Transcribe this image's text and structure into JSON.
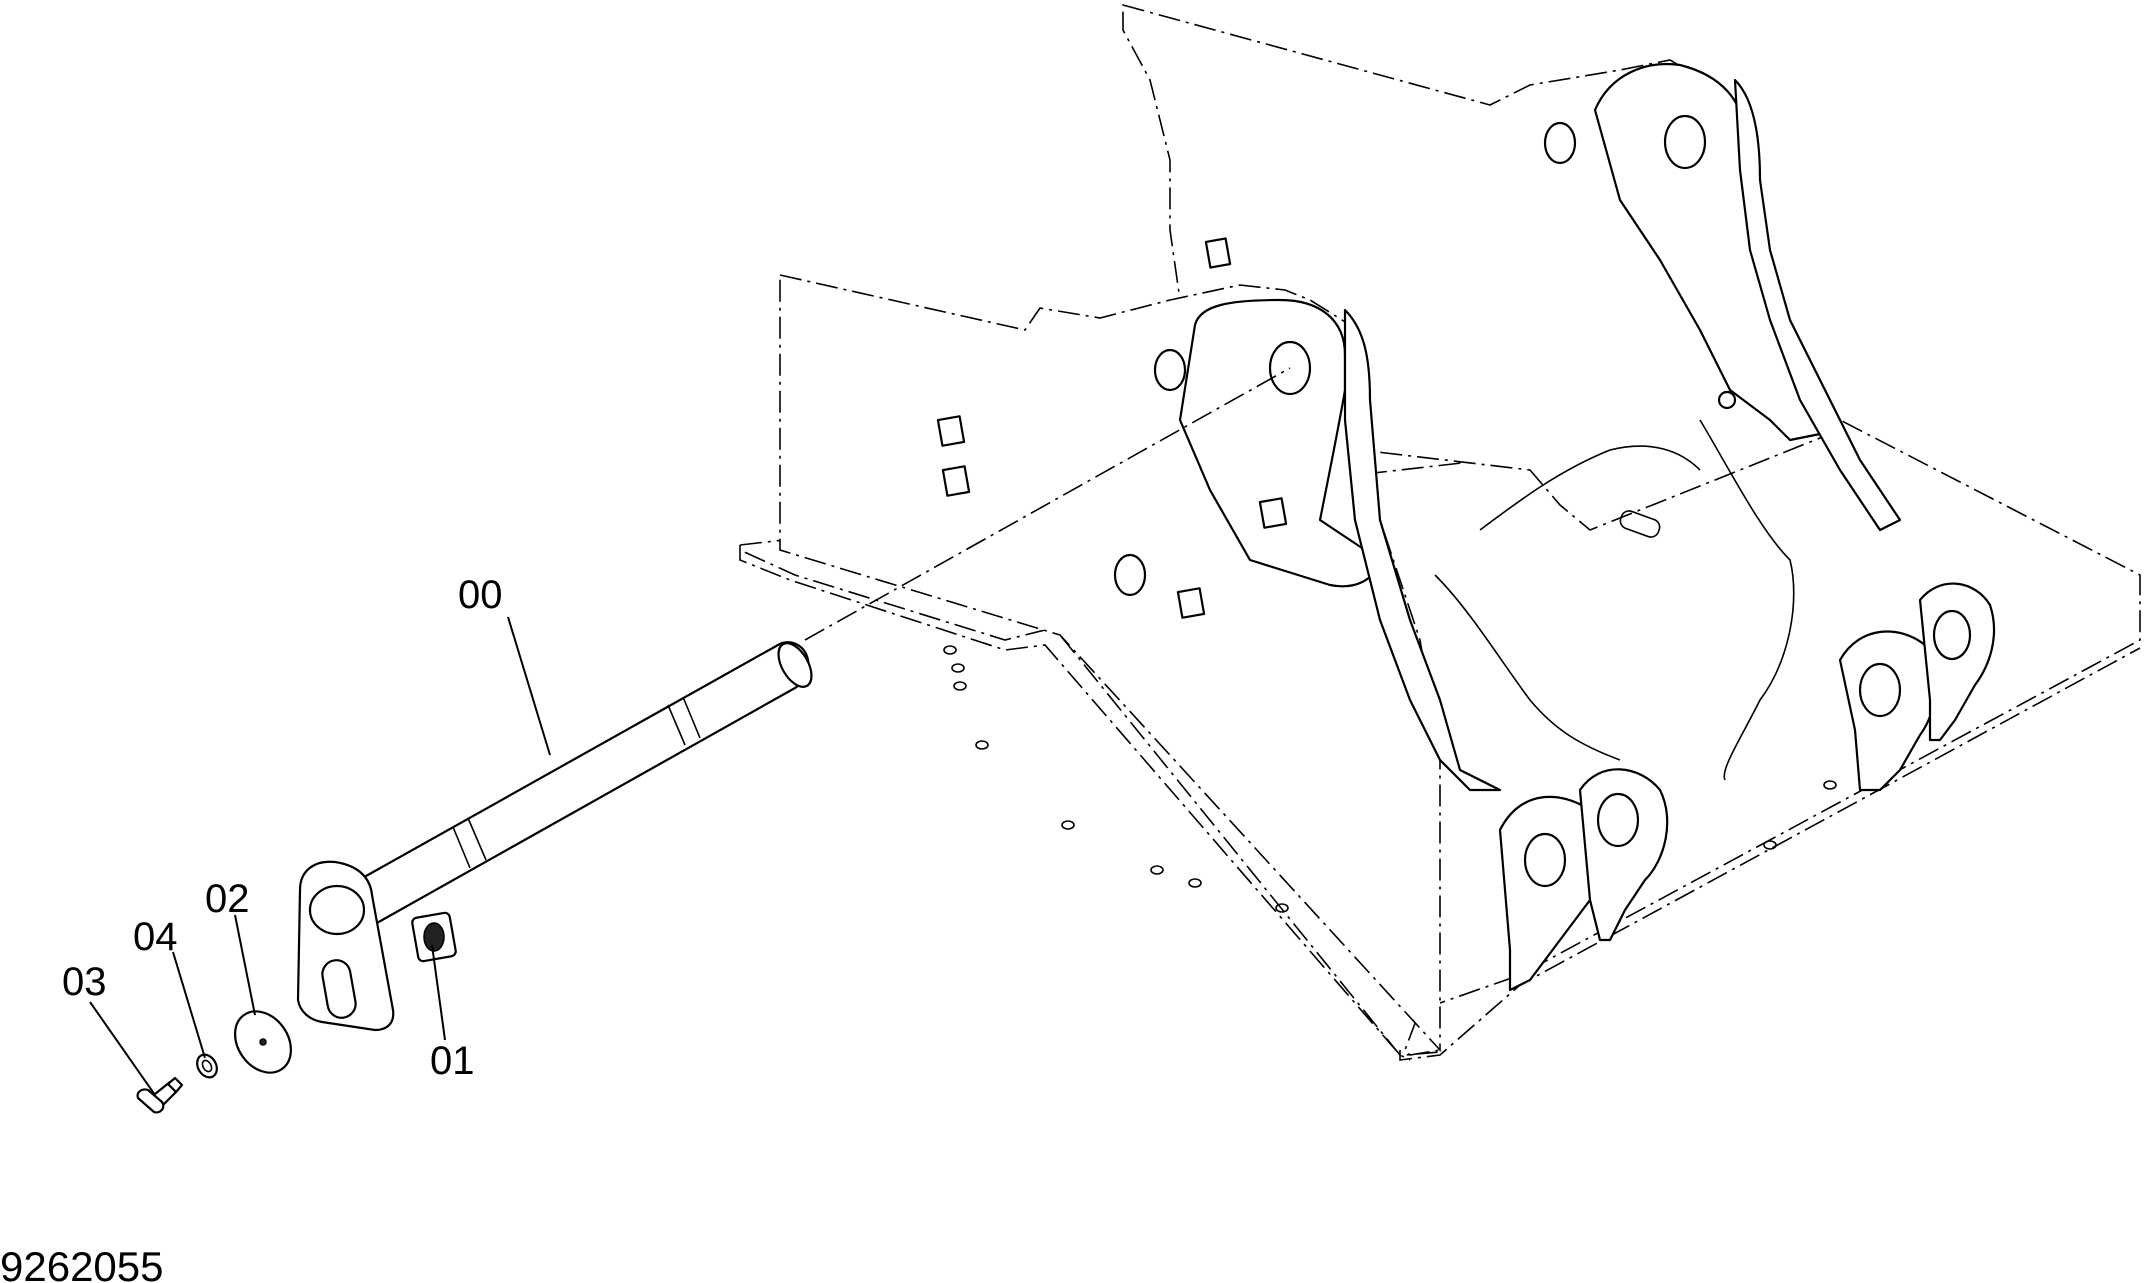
{
  "diagram": {
    "document_number": "9262055",
    "callouts": {
      "pin": "00",
      "lock_plate": "01",
      "washer_plate": "02",
      "bolt": "03",
      "spring_washer": "04"
    }
  }
}
